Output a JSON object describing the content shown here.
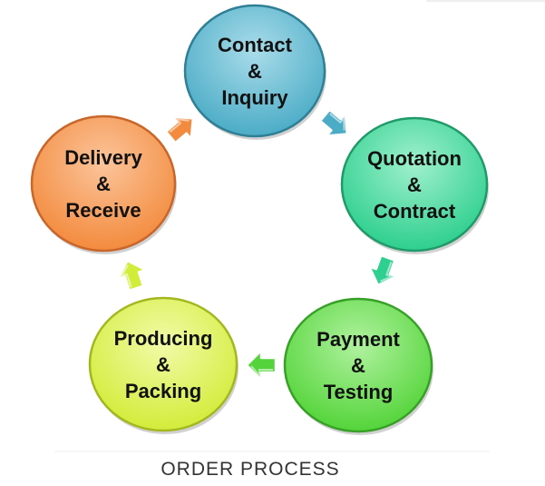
{
  "diagram": {
    "nodes": [
      {
        "id": "contact",
        "lines": [
          "Contact",
          "&",
          "Inquiry"
        ],
        "color": "#4bacc6",
        "light": "#a9dcea",
        "stroke": "#2f7f95"
      },
      {
        "id": "quotation",
        "lines": [
          "Quotation",
          "&",
          "Contract"
        ],
        "color": "#2ecf8f",
        "light": "#9ff0cc",
        "stroke": "#1f9a68"
      },
      {
        "id": "payment",
        "lines": [
          "Payment",
          "&",
          "Testing"
        ],
        "color": "#54d43a",
        "light": "#b0f29f",
        "stroke": "#37a027"
      },
      {
        "id": "producing",
        "lines": [
          "Producing",
          "&",
          "Packing"
        ],
        "color": "#d2ec3a",
        "light": "#f1fba8",
        "stroke": "#a2b81e"
      },
      {
        "id": "delivery",
        "lines": [
          "Delivery",
          "&",
          "Receive"
        ],
        "color": "#f38b3e",
        "light": "#fbc49a",
        "stroke": "#c9662a"
      }
    ],
    "arrows": [
      {
        "from": "contact",
        "to": "quotation",
        "color": "#4bacc6"
      },
      {
        "from": "quotation",
        "to": "payment",
        "color": "#2ecf8f"
      },
      {
        "from": "payment",
        "to": "producing",
        "color": "#54d43a"
      },
      {
        "from": "producing",
        "to": "delivery",
        "color": "#d2ec3a"
      },
      {
        "from": "delivery",
        "to": "contact",
        "color": "#f38b3e"
      }
    ]
  },
  "footer": {
    "title": "ORDER PROCESS"
  }
}
